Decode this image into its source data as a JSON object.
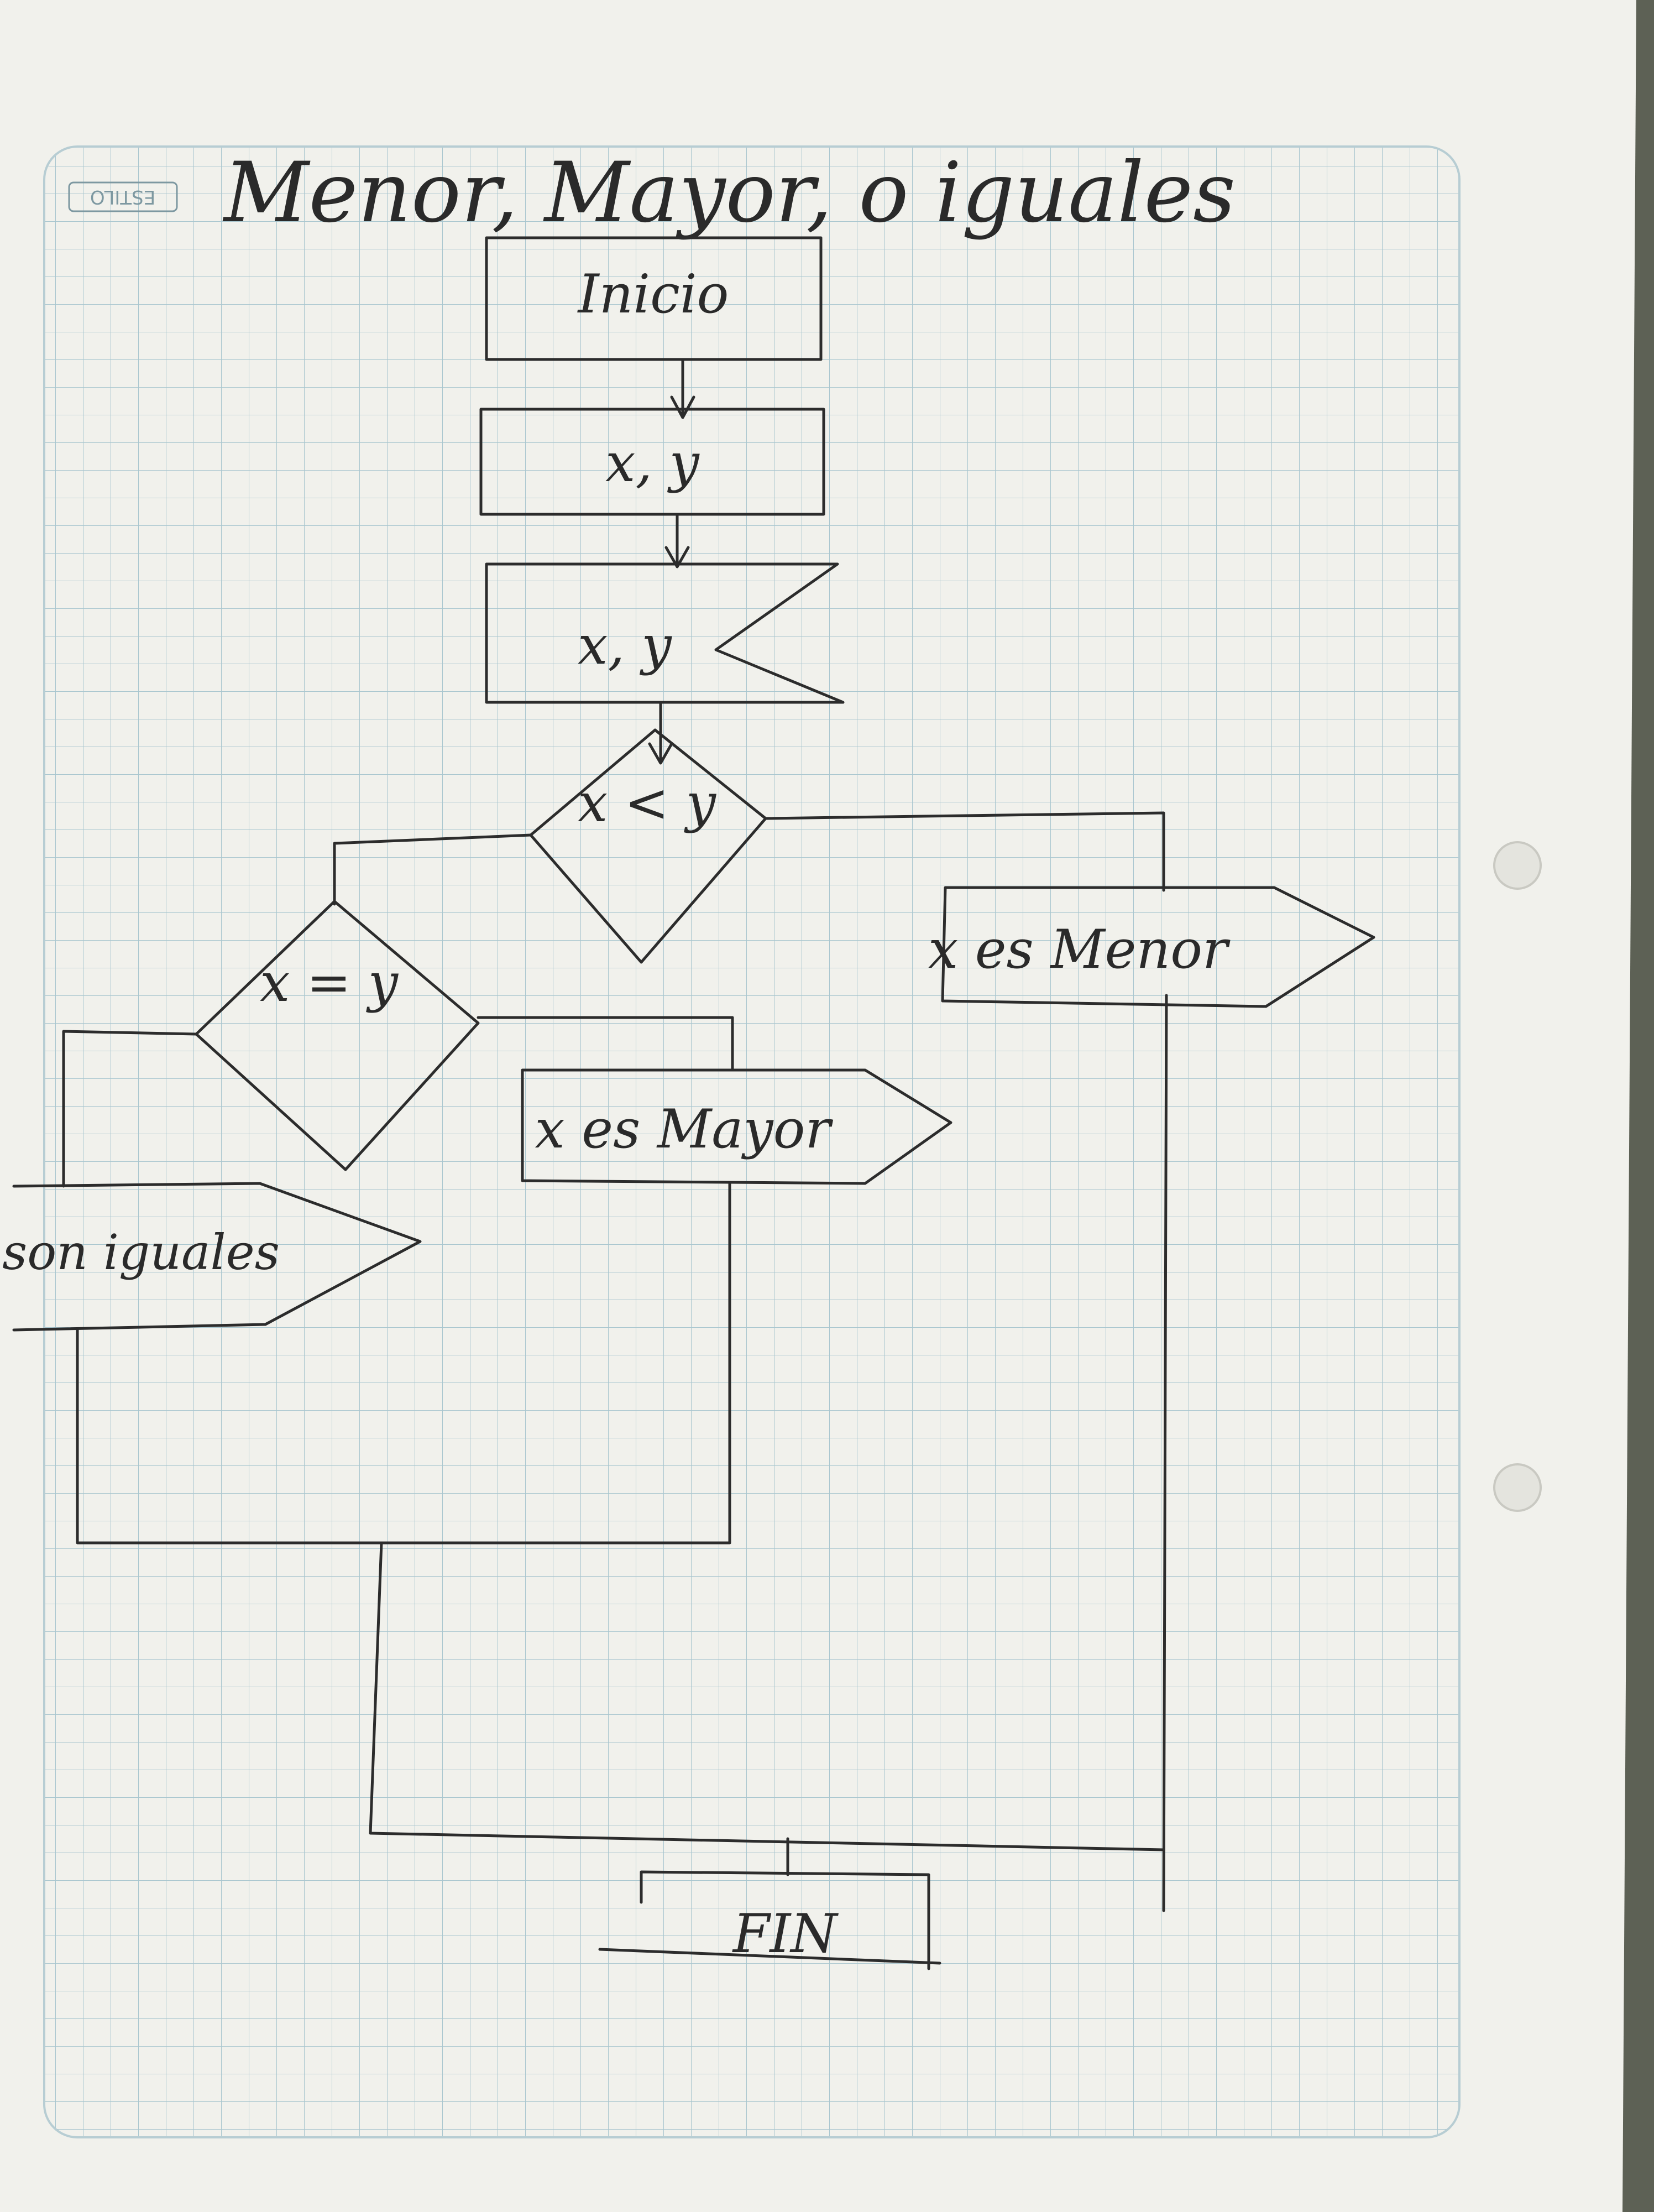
{
  "paper": {
    "brand": "ESTILO",
    "paper_color": "#f1f1ec",
    "grid_color": "#a9c6cf",
    "ink_color": "#2c2c2c"
  },
  "diagram": {
    "title": "Menor, Mayor, o iguales",
    "nodes": {
      "start": "Inicio",
      "input": "x, y",
      "display": "x, y",
      "decision_less": "x < y",
      "decision_equal": "x = y",
      "out_menor": "x es Menor",
      "out_mayor": "x es Mayor",
      "out_iguales": "son iguales",
      "end": "FIN"
    }
  }
}
